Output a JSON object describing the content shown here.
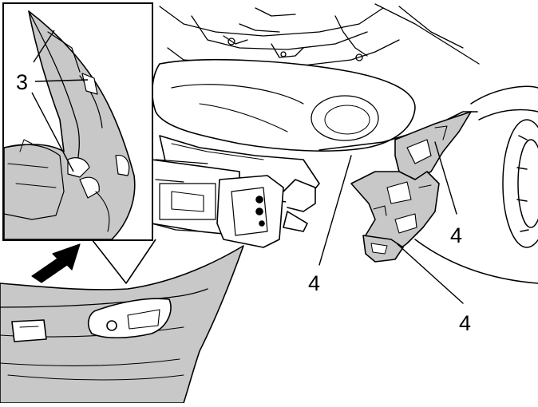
{
  "diagram": {
    "callouts": {
      "inset_3": "3",
      "main_4_left": "4",
      "main_4_right": "4",
      "main_4_bottom": "4"
    },
    "colors": {
      "ink": "#000000",
      "part_fill": "#c8c8c8",
      "paper": "#ffffff"
    }
  }
}
